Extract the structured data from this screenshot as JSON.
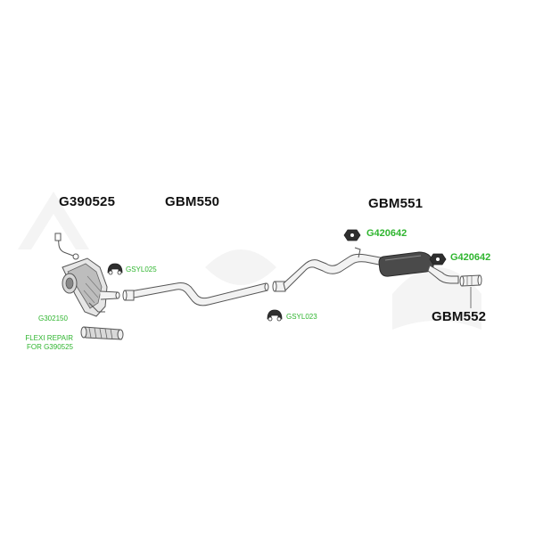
{
  "colors": {
    "line": "#555555",
    "pipe_fill": "#f2f2f2",
    "dark": "#2e2e2e",
    "label": "#111111",
    "green": "#2fb52f",
    "watermark": "#f4f4f4"
  },
  "labels": {
    "g390525": "G390525",
    "gbm550": "GBM550",
    "gbm551": "GBM551",
    "gbm552": "GBM552",
    "g420642_a": "G420642",
    "g420642_b": "G420642",
    "gsyl025": "GSYL025",
    "gsyl023": "GSYL023",
    "g302150": "G302150",
    "flexi_line1": "FLEXI REPAIR",
    "flexi_line2": "FOR G390525"
  },
  "icons": {
    "rubber_mount": "rubber-mount-icon",
    "hex_rubber": "hex-rubber-icon",
    "flexi_pipe": "flexi-pipe-icon"
  }
}
